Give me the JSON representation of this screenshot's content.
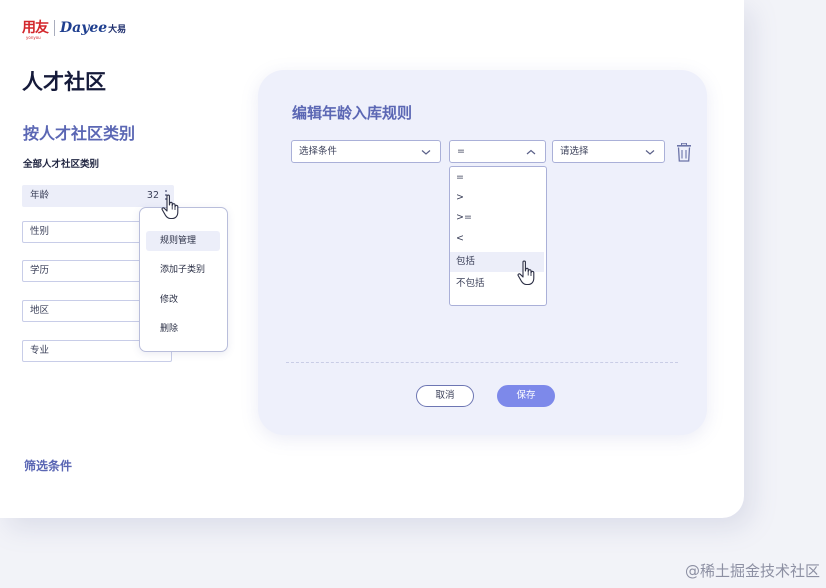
{
  "brand": {
    "left_logo": "用友",
    "left_logo_sub": "yonyou",
    "right_logo": "Dayee",
    "right_logo_cn": "大易",
    "accent": "#5b67b4",
    "brand_red": "#d3262b"
  },
  "page": {
    "title": "人才社区"
  },
  "sidebar": {
    "section_title": "按人才社区类别",
    "all_label": "全部人才社区类别",
    "categories": [
      {
        "label": "年龄",
        "count": "32",
        "active": true
      },
      {
        "label": "性别"
      },
      {
        "label": "学历"
      },
      {
        "label": "地区"
      },
      {
        "label": "专业"
      }
    ],
    "filter_link": "筛选条件"
  },
  "context_menu": {
    "items": [
      {
        "label": "规则管理",
        "active": true
      },
      {
        "label": "添加子类别"
      },
      {
        "label": "修改"
      },
      {
        "label": "删除"
      }
    ]
  },
  "editor": {
    "title": "编辑年龄入库规则",
    "condition_select": {
      "value": "选择条件",
      "icon": "chevron-down-icon"
    },
    "operator_select": {
      "value": "=",
      "icon": "chevron-up-icon",
      "open": true
    },
    "value_select": {
      "value": "请选择",
      "icon": "chevron-down-icon"
    },
    "delete_icon": "trash-icon",
    "operator_options": [
      "=",
      ">",
      ">=",
      "<",
      "包括",
      "不包括"
    ],
    "hovered_option": "包括",
    "cancel_label": "取消",
    "save_label": "保存",
    "save_color": "#7d89ea"
  },
  "watermark": "@稀土掘金技术社区"
}
